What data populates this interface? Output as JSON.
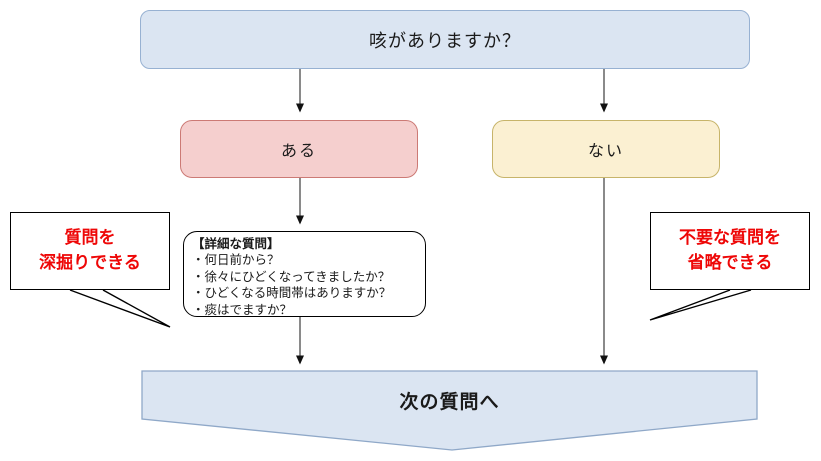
{
  "diagram": {
    "nodes": {
      "question": {
        "label": "咳がありますか？"
      },
      "yes": {
        "label": "ある"
      },
      "no": {
        "label": "ない"
      },
      "detail": {
        "title": "【詳細な質問】",
        "items": [
          "・何日前から？",
          "・徐々にひどくなってきましたか？",
          "・ひどくなる時間帯はありますか？",
          "・痰はでますか？"
        ]
      },
      "next": {
        "label": "次の質問へ"
      }
    },
    "callouts": {
      "left": {
        "line1": "質問を",
        "line2": "深掘りできる"
      },
      "right": {
        "line1": "不要な質問を",
        "line2": "省略できる"
      }
    }
  },
  "colors": {
    "blue_fill": "#dbe5f2",
    "blue_border": "#97b1d2",
    "banner_border": "#8fa8c8",
    "pink_fill": "#f5cfce",
    "pink_border": "#cc7a75",
    "yellow_fill": "#fbf0d2",
    "yellow_border": "#c7b46a",
    "red_text": "#ee0707",
    "arrow": "#595959"
  }
}
